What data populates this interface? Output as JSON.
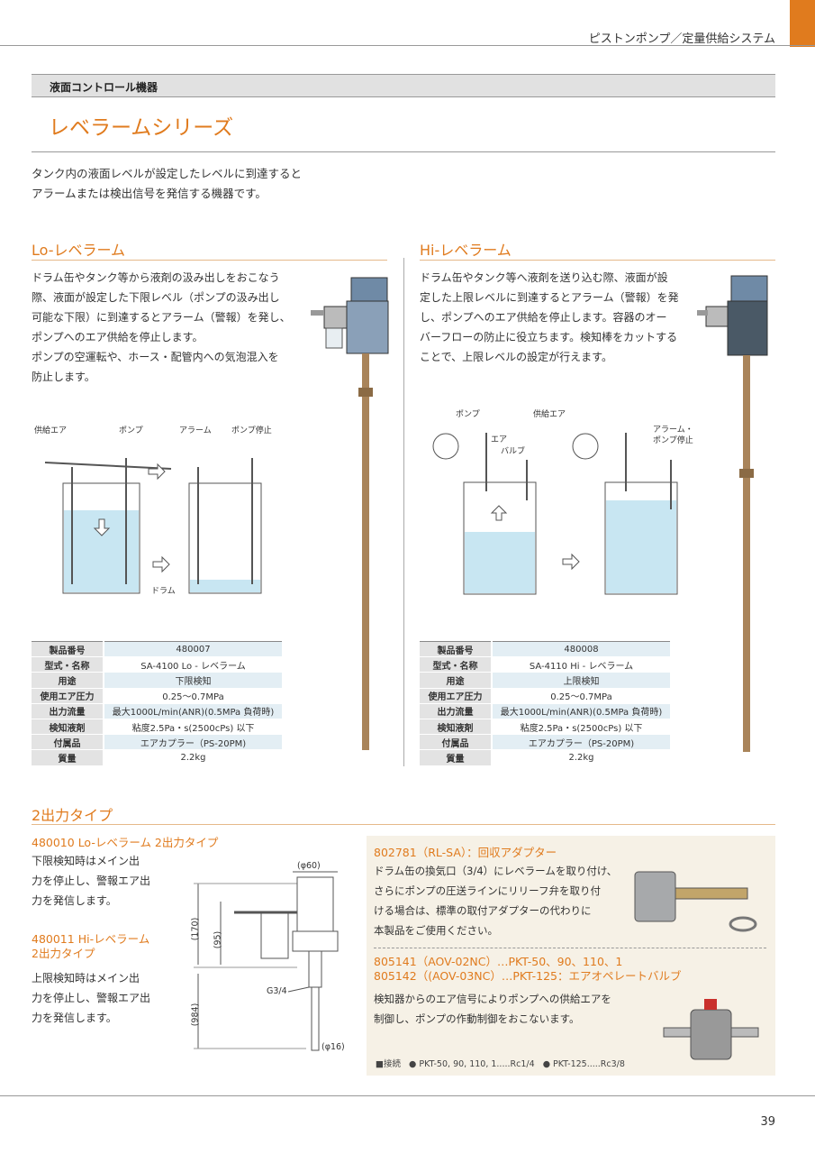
{
  "header": {
    "title": "ピストンポンプ／定量供給システム"
  },
  "section_label": "液面コントロール機器",
  "main_title": "レベラームシリーズ",
  "intro": [
    "タンク内の液面レベルが設定したレベルに到達すると",
    "アラームまたは検出信号を発信する機器です。"
  ],
  "lo": {
    "heading": "Lo-レベラーム",
    "desc": [
      "ドラム缶やタンク等から液剤の汲み出しをおこなう",
      "際、液面が設定した下限レベル（ポンプの汲み出し",
      "可能な下限）に到達するとアラーム（警報）を発し、",
      "ポンプへのエア供給を停止します。",
      "ポンプの空運転や、ホース・配管内への気泡混入を",
      "防止します。"
    ],
    "diagram_labels": {
      "air": "供給エア",
      "pump": "ポンプ",
      "alarm": "アラーム",
      "pump_stop": "ポンプ停止",
      "drum": "ドラム"
    },
    "spec": [
      [
        "製品番号",
        "480007"
      ],
      [
        "型式・名称",
        "SA-4100 Lo - レベラーム"
      ],
      [
        "用途",
        "下限検知"
      ],
      [
        "使用エア圧力",
        "0.25～0.7MPa"
      ],
      [
        "出力流量",
        "最大1000L/min(ANR)(0.5MPa 負荷時)"
      ],
      [
        "検知液剤",
        "粘度2.5Pa・s(2500cPs) 以下"
      ],
      [
        "付属品",
        "エアカプラー（PS-20PM)"
      ],
      [
        "質量",
        "2.2kg"
      ]
    ]
  },
  "hi": {
    "heading": "Hi-レベラーム",
    "desc": [
      "ドラム缶やタンク等へ液剤を送り込む際、液面が設",
      "定した上限レベルに到達するとアラーム（警報）を発",
      "し、ポンプへのエア供給を停止します。容器のオー",
      "バーフローの防止に役立ちます。検知棒をカットする",
      "ことで、上限レベルの設定が行えます。"
    ],
    "diagram_labels": {
      "pump": "ポンプ",
      "air": "供給エア",
      "valve_a": "エア",
      "valve_b": "バルブ",
      "alarm_a": "アラーム・",
      "alarm_b": "ポンプ停止"
    },
    "spec": [
      [
        "製品番号",
        "480008"
      ],
      [
        "型式・名称",
        "SA-4110 Hi - レベラーム"
      ],
      [
        "用途",
        "上限検知"
      ],
      [
        "使用エア圧力",
        "0.25～0.7MPa"
      ],
      [
        "出力流量",
        "最大1000L/min(ANR)(0.5MPa 負荷時)"
      ],
      [
        "検知液剤",
        "粘度2.5Pa・s(2500cPs) 以下"
      ],
      [
        "付属品",
        "エアカプラー（PS-20PM)"
      ],
      [
        "質量",
        "2.2kg"
      ]
    ]
  },
  "dual": {
    "heading": "2出力タイプ",
    "item1_title": "480010 Lo-レベラーム 2出力タイプ",
    "item1_desc": [
      "下限検知時はメイン出",
      "力を停止し、警報エア出",
      "力を発信します。"
    ],
    "item2_title_a": "480011 Hi-レベラーム",
    "item2_title_b": "2出力タイプ",
    "item2_desc": [
      "上限検知時はメイン出",
      "力を停止し、警報エア出",
      "力を発信します。"
    ],
    "dims": {
      "d60": "(φ60)",
      "h170": "(170)",
      "h95": "(95)",
      "h984": "(984)",
      "g34": "G3/4",
      "d16": "(φ16)"
    }
  },
  "box": {
    "h1": "802781（RL-SA）：回収アダプター",
    "p1": [
      "ドラム缶の換気口（3/4）にレベラームを取り付け、",
      "さらにポンプの圧送ラインにリリーフ弁を取り付",
      "ける場合は、標準の取付アダプターの代わりに",
      "本製品をご使用ください。"
    ],
    "h2a": "805141（AOV-02NC）…PKT-50、90、110、1",
    "h2b": "805142（(AOV-03NC）…PKT-125：エアオペレートバルブ",
    "p2": [
      "検知器からのエア信号によりポンプへの供給エアを",
      "制御し、ポンプの作動制御をおこないます。"
    ],
    "conn_label": "■接続",
    "conn1": "● PKT-50, 90, 110, 1.....Rc1/4",
    "conn2": "● PKT-125.....Rc3/8"
  },
  "page_number": "39",
  "colors": {
    "accent": "#e07b1e",
    "liquid": "#c8e6f2",
    "rod": "#a9845a"
  }
}
